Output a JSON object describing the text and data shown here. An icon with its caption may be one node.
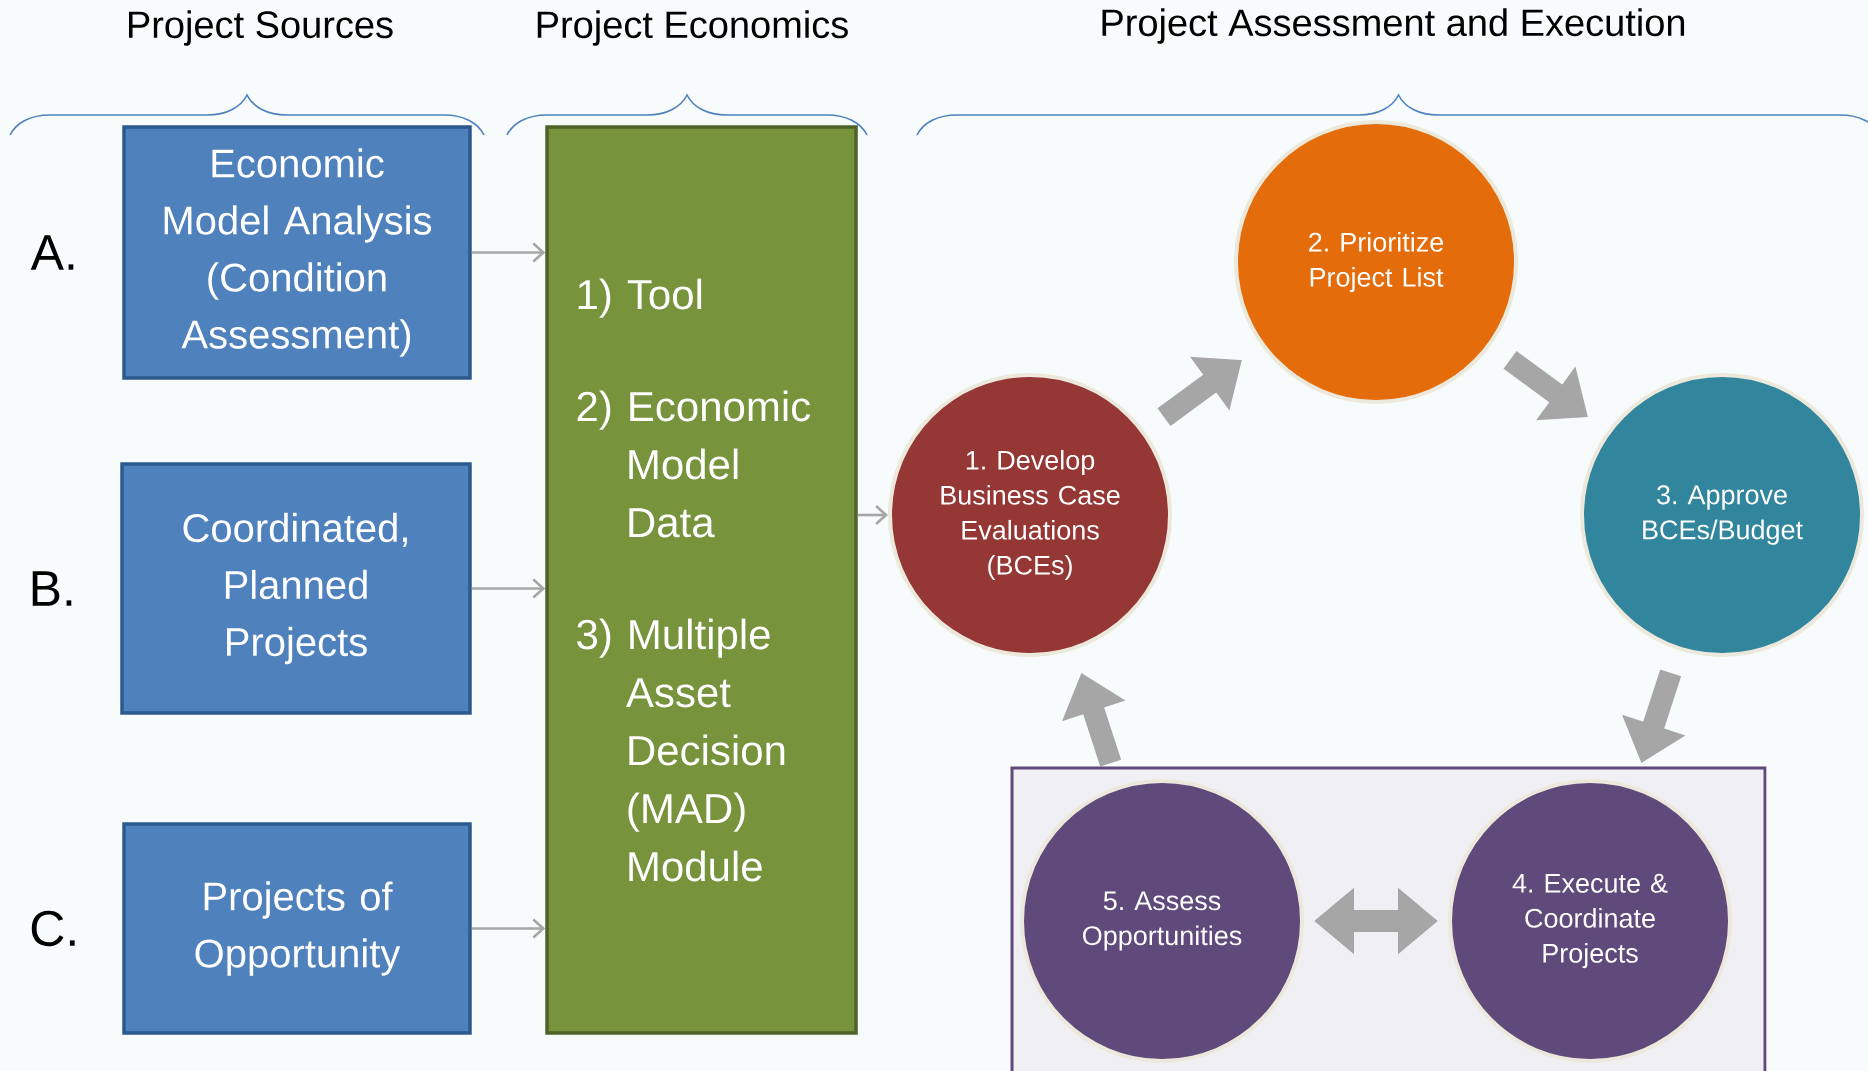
{
  "diagram": {
    "nodes": [
      {
        "text": [
          "Economic Model Analysis (Condition Assessment)"
        ],
        "beside": [
          "A."
        ]
      },
      {
        "text": [
          "Coordinated, Planned Projects"
        ],
        "beside": [
          "B."
        ]
      },
      {
        "text": [
          "Projects of Opportunity"
        ],
        "beside": [
          "C."
        ]
      },
      {
        "text": [
          "1) Tool",
          "2) Economic Model Data",
          "3) Multiple Asset Decision (MAD) Module"
        ]
      },
      {
        "text": [
          "1. Develop Business Case Evaluations (BCEs)"
        ]
      },
      {
        "text": [
          "2. Prioritize Project List"
        ]
      },
      {
        "text": [
          "3. Approve BCEs/Budget"
        ]
      },
      {
        "text": [],
        "shape": "box"
      },
      {
        "text": [
          "5. Assess Opportunities"
        ],
        "in": 7
      },
      {
        "text": [
          "4. Execute & Coordinate Projects"
        ],
        "in": 7
      }
    ],
    "edges": [
      {
        "from": 0,
        "to": 3,
        "arrow": "to"
      },
      {
        "from": 1,
        "to": 3,
        "arrow": "to"
      },
      {
        "from": 2,
        "to": 3,
        "arrow": "to"
      },
      {
        "from": 3,
        "to": 4,
        "arrow": "to"
      },
      {
        "from": 4,
        "to": 5,
        "arrow": "to"
      },
      {
        "from": 5,
        "to": 6,
        "arrow": "to"
      },
      {
        "from": 6,
        "to": 9,
        "arrow": "to"
      },
      {
        "from": 8,
        "to": 9,
        "arrow": "both"
      },
      {
        "from": 8,
        "to": 4,
        "arrow": "to"
      }
    ],
    "labels": [
      "Project Sources",
      "Project Economics",
      "Project Assessment and Execution"
    ]
  }
}
